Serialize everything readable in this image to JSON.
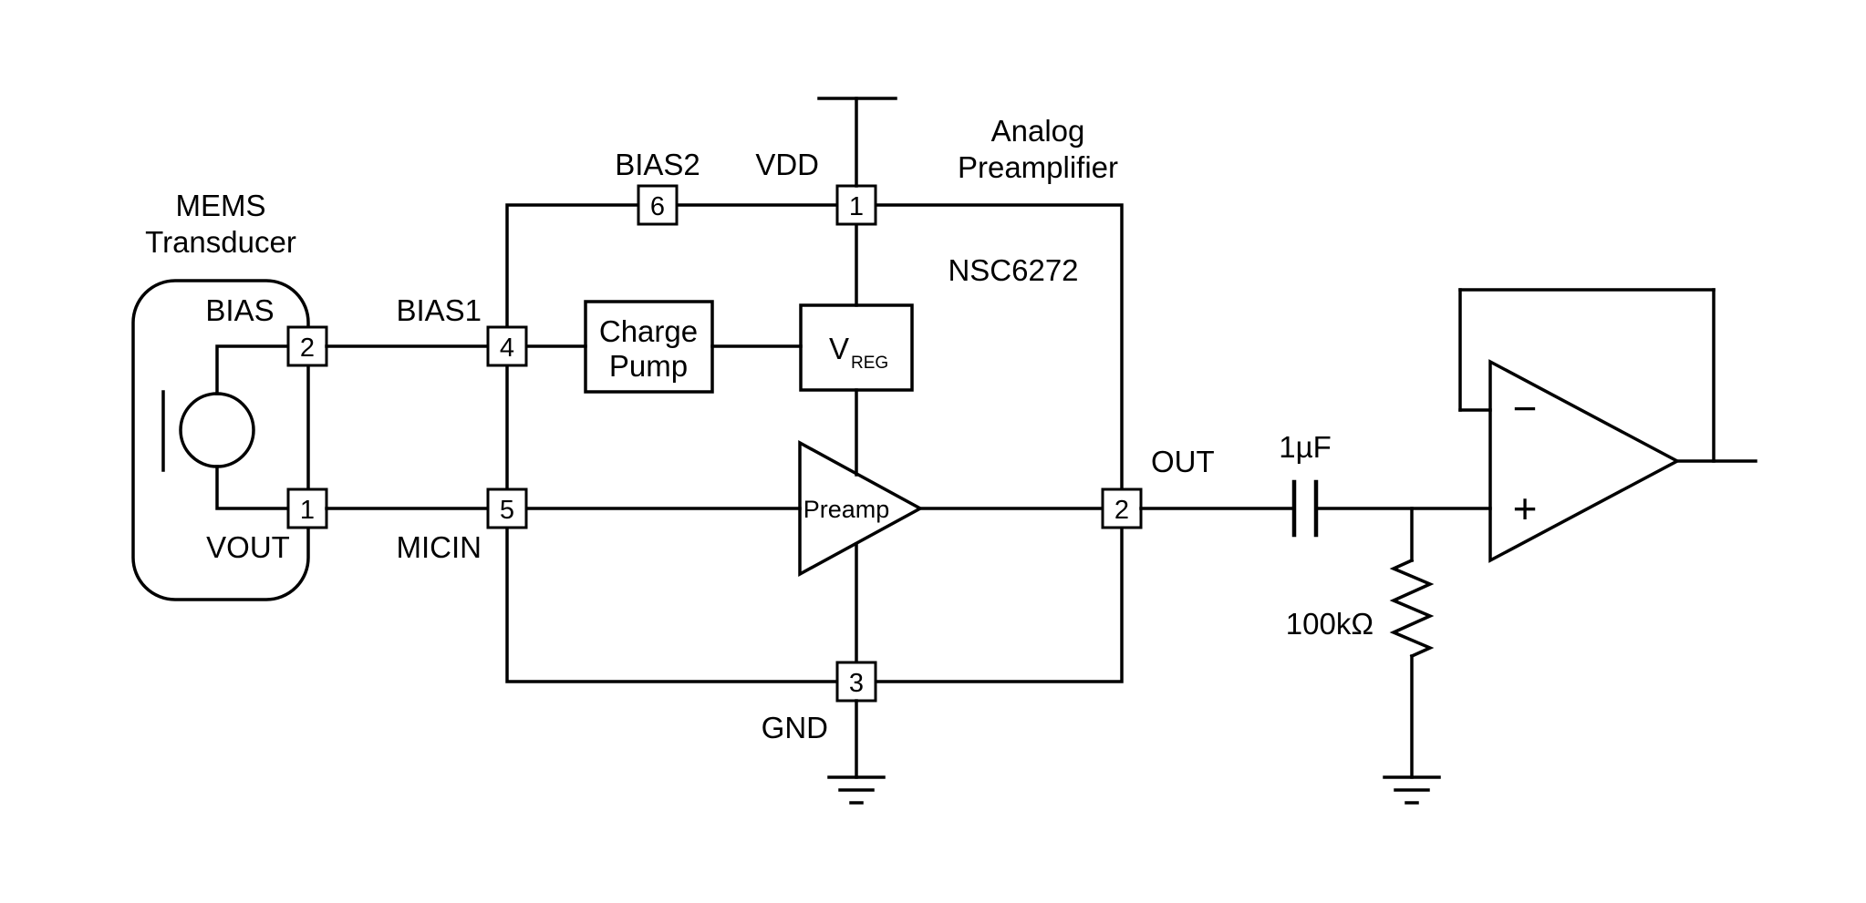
{
  "mems": {
    "title_line1": "MEMS",
    "title_line2": "Transducer",
    "bias_label": "BIAS",
    "bias_pin": "2",
    "vout_label": "VOUT",
    "vout_pin": "1"
  },
  "ic": {
    "part_number": "NSC6272",
    "title_line1": "Analog",
    "title_line2": "Preamplifier",
    "pins": {
      "bias2": {
        "label": "BIAS2",
        "number": "6"
      },
      "vdd": {
        "label": "VDD",
        "number": "1"
      },
      "bias1": {
        "label": "BIAS1",
        "number": "4"
      },
      "micin": {
        "label": "MICIN",
        "number": "5"
      },
      "out": {
        "label": "OUT",
        "number": "2"
      },
      "gnd": {
        "label": "GND",
        "number": "3"
      }
    },
    "charge_pump_line1": "Charge",
    "charge_pump_line2": "Pump",
    "vreg_main": "V",
    "vreg_sub": "REG",
    "preamp_label": "Preamp"
  },
  "output_stage": {
    "capacitor_value": "1µF",
    "resistor_value": "100kΩ",
    "opamp_inverting_sign": "−",
    "opamp_noninverting_sign": "+"
  },
  "colors": {
    "line": "#000000",
    "background": "#ffffff"
  }
}
